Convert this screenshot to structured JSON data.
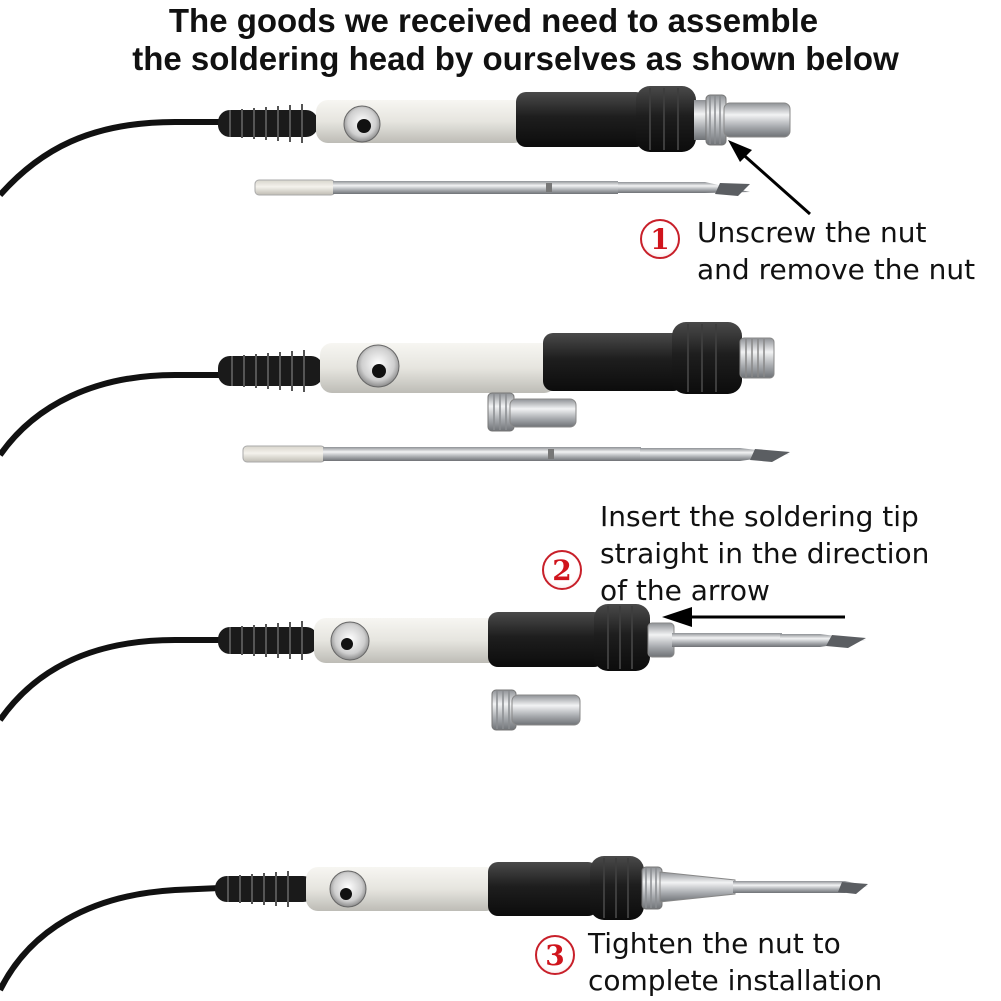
{
  "title": {
    "line1": "The goods we received need to assemble",
    "line2": "the soldering head by ourselves as shown below"
  },
  "steps": [
    {
      "number": "1",
      "lines": [
        "Unscrew the nut",
        "and remove the nut"
      ]
    },
    {
      "number": "2",
      "lines": [
        "Insert the soldering tip",
        "straight in the direction",
        "of the arrow"
      ]
    },
    {
      "number": "3",
      "lines": [
        "Tighten the nut to",
        "complete installation"
      ]
    }
  ],
  "colors": {
    "badge": "#c8202a",
    "handle_white": "#e9e8e3",
    "grip_black": "#222222",
    "metal": "#b9bcbf"
  }
}
